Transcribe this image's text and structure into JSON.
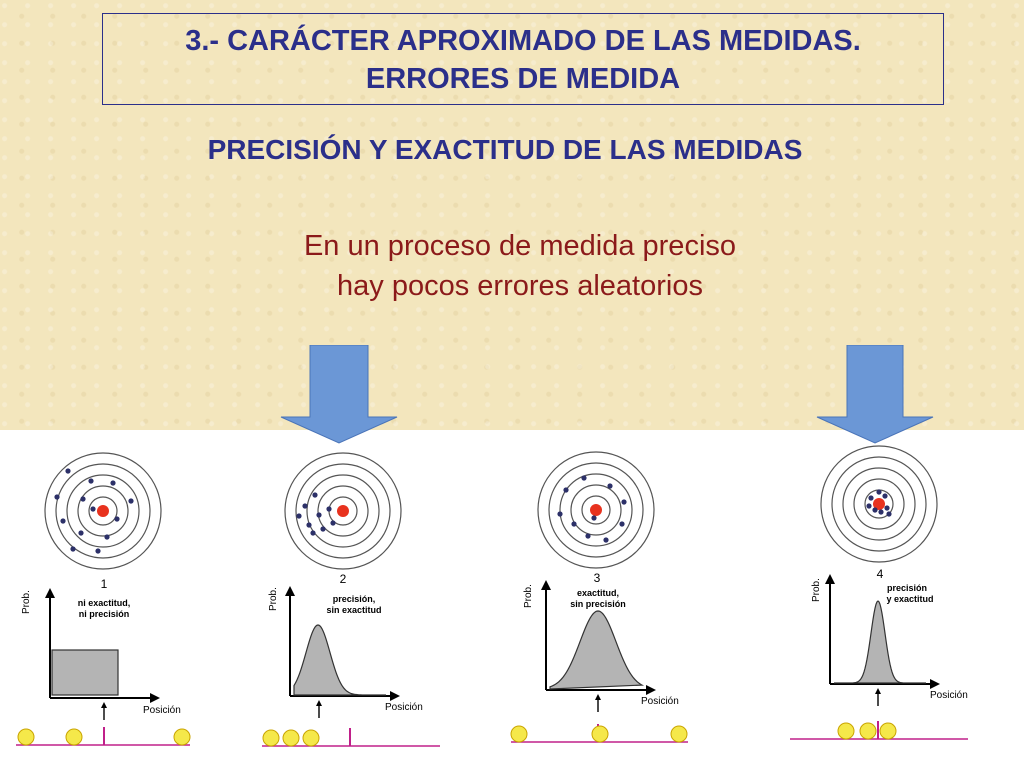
{
  "slide": {
    "title_line1": "3.- CARÁCTER APROXIMADO DE LAS MEDIDAS.",
    "title_line2": "ERRORES DE MEDIDA",
    "subtitle": "PRECISIÓN Y EXACTITUD DE LAS MEDIDAS",
    "statement_line1": "En un proceso de medida preciso",
    "statement_line2": "hay pocos errores aleatorios"
  },
  "panels": [
    {
      "number": "1",
      "caption1": "ni exactitud,",
      "caption2": "ni precisión",
      "ylabel": "Prob.",
      "xlabel": "Posición"
    },
    {
      "number": "2",
      "caption1": "precisión,",
      "caption2": "sin exactitud",
      "ylabel": "Prob.",
      "xlabel": "Posición"
    },
    {
      "number": "3",
      "caption1": "exactitud,",
      "caption2": "sin precisión",
      "ylabel": "Prob.",
      "xlabel": "Posición"
    },
    {
      "number": "4",
      "caption1": "precisión",
      "caption2": "y exactitud",
      "ylabel": "Prob.",
      "xlabel": "Posición"
    }
  ],
  "colors": {
    "title": "#2b2f8a",
    "statement": "#8b1a1a",
    "arrow": "#6b97d6",
    "center_dot": "#e8321e",
    "shot_dot": "#2c3068",
    "sample_dot": "#f5e84a",
    "axis_line": "#c0208a"
  }
}
